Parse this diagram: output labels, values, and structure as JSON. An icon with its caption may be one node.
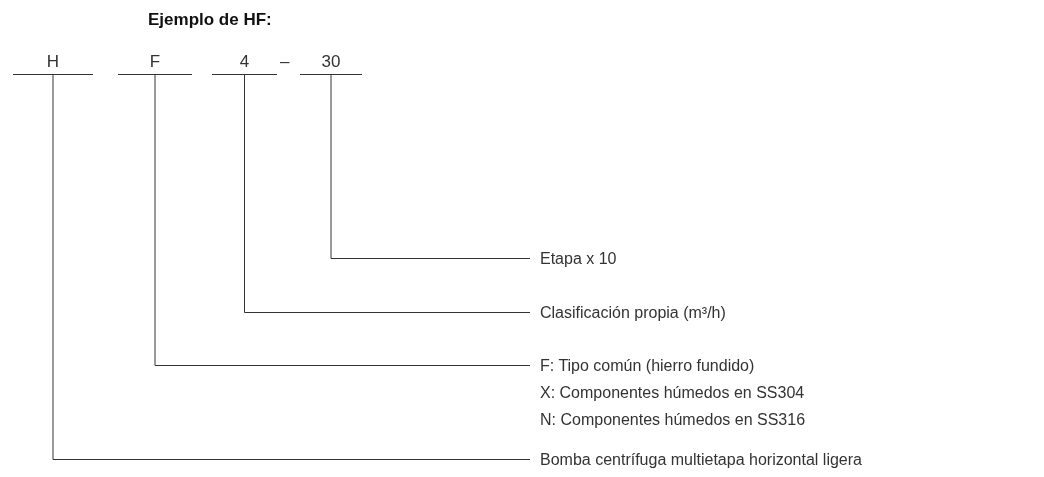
{
  "diagram": {
    "title": "Ejemplo de HF:",
    "nodes": [
      {
        "text": [
          "H"
        ]
      },
      {
        "text": [
          "F"
        ]
      },
      {
        "text": [
          "4"
        ]
      },
      {
        "text": [
          "30"
        ]
      },
      {
        "text": [
          "Etapa x 10"
        ]
      },
      {
        "text": [
          "Clasificación propia (m³/h)"
        ]
      },
      {
        "text": [
          "F: Tipo común (hierro fundido)",
          "X: Componentes húmedos en SS304",
          "N: Componentes húmedos en SS316"
        ]
      },
      {
        "text": [
          "Bomba centrífuga multietapa horizontal ligera"
        ]
      }
    ],
    "edges": [
      {
        "from": 0,
        "to": 7,
        "arrow": "none"
      },
      {
        "from": 1,
        "to": 6,
        "arrow": "none"
      },
      {
        "from": 2,
        "to": 5,
        "arrow": "none"
      },
      {
        "from": 3,
        "to": 4,
        "arrow": "none"
      }
    ],
    "labels": [
      "–"
    ]
  }
}
